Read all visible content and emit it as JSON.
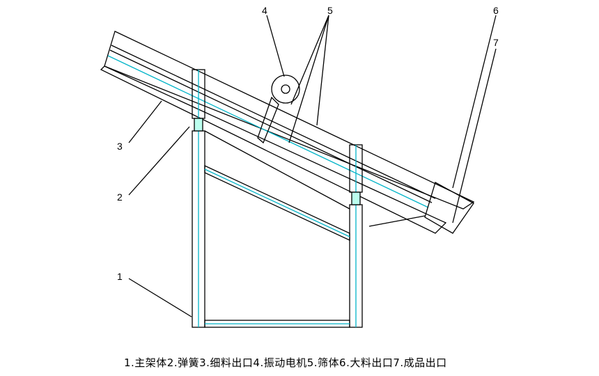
{
  "diagram": {
    "labels": [
      "1",
      "2",
      "3",
      "4",
      "5",
      "6",
      "7"
    ],
    "caption": "1.主架体2.弹簧3.细料出口4.振动电机5.筛体6.大料出口7.成品出口",
    "colors": {
      "line": "#000000",
      "accent": "#00b4c8"
    }
  }
}
